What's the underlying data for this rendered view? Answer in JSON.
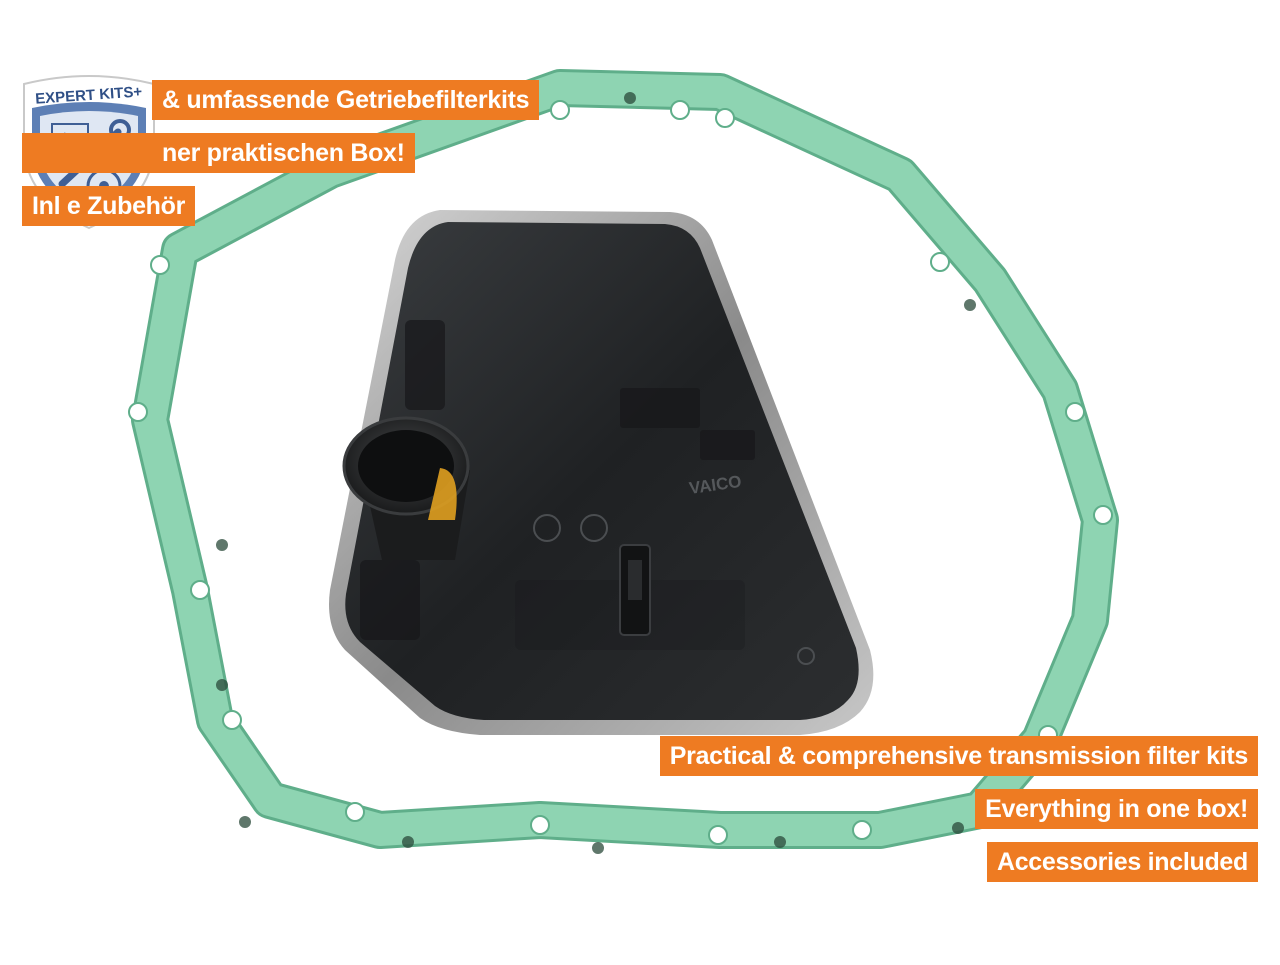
{
  "logo": {
    "text": "EXPERT KITS+",
    "battery_symbol": "-+"
  },
  "badges_de": [
    "& umfassende Getriebefilterkits",
    "ner praktischen Box!",
    "Inl    e Zubehör"
  ],
  "badges_en": [
    "Practical & comprehensive transmission filter kits",
    "Everything in one box!",
    "Accessories included"
  ],
  "product": {
    "filter_brand_text": "VAICO"
  },
  "colors": {
    "badge_orange": "#ee7b22",
    "gasket_green": "#8ed4b2",
    "gasket_edge": "#5fae8a",
    "filter_dark": "#232527",
    "shield_blue": "#5d7fb5"
  }
}
